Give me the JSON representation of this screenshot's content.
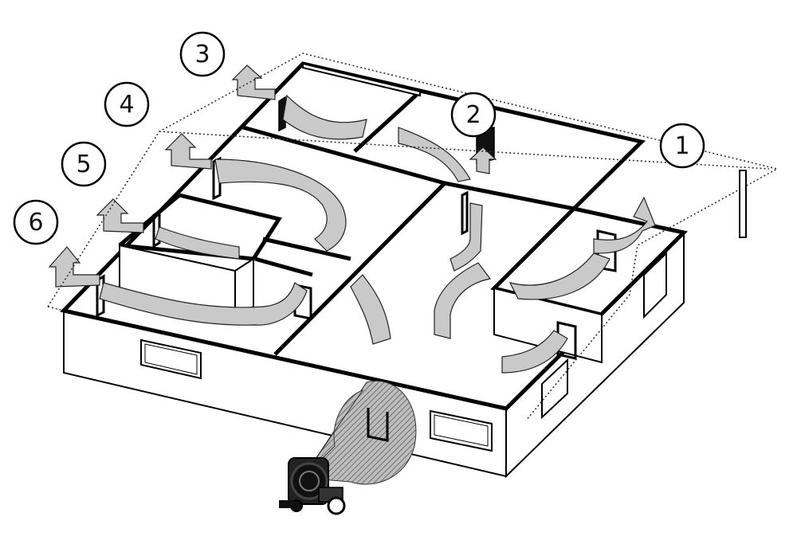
{
  "labels": [
    {
      "id": "1",
      "text": "1"
    },
    {
      "id": "2",
      "text": "2"
    },
    {
      "id": "3",
      "text": "3"
    },
    {
      "id": "4",
      "text": "4"
    },
    {
      "id": "5",
      "text": "5"
    },
    {
      "id": "6",
      "text": "6"
    }
  ],
  "colors": {
    "wall": "#000000",
    "floor": "#ffffff",
    "airflow": "#c9c9c9",
    "hatch": "#555555",
    "envelope": "#333333"
  },
  "icons": [
    "blower-fan-icon",
    "airflow-arrow-icon",
    "open-door-icon",
    "window-icon",
    "exhaust-arrow-icon"
  ]
}
